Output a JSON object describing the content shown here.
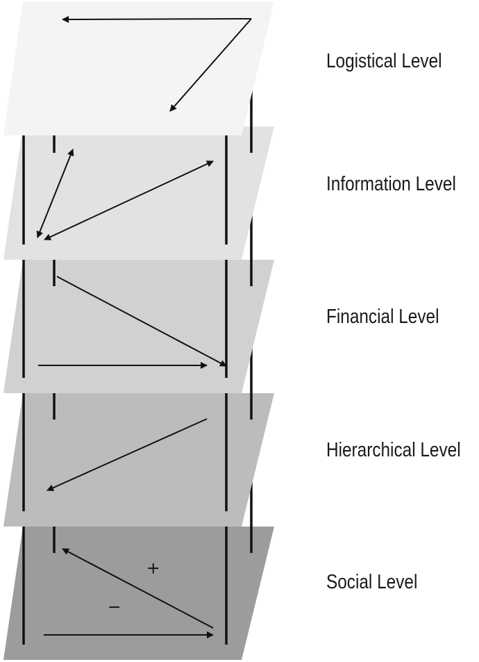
{
  "levels": [
    {
      "label": "Logistical Level",
      "color": "#f4f4f4"
    },
    {
      "label": "Information Level",
      "color": "#e2e2e2"
    },
    {
      "label": "Financial Level",
      "color": "#d1d1d1"
    },
    {
      "label": "Hierarchical Level",
      "color": "#bcbcbd"
    },
    {
      "label": "Social Level",
      "color": "#9c9c9c"
    }
  ],
  "social_signs": {
    "plus": "+",
    "minus": "−"
  }
}
